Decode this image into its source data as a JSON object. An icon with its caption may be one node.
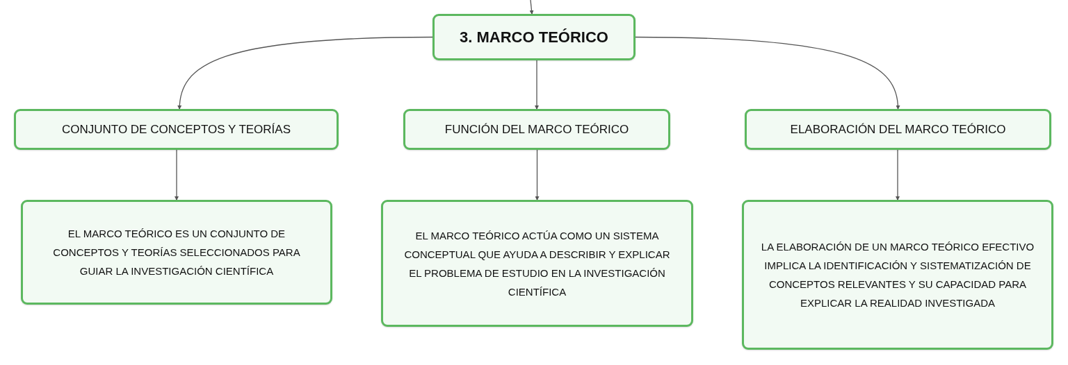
{
  "diagram": {
    "nodes": [
      {
        "text": [
          "3. MARCO TEÓRICO"
        ]
      },
      {
        "text": [
          "CONJUNTO DE CONCEPTOS Y TEORÍAS"
        ]
      },
      {
        "text": [
          "FUNCIÓN DEL MARCO TEÓRICO"
        ]
      },
      {
        "text": [
          "ELABORACIÓN DEL MARCO TEÓRICO"
        ]
      },
      {
        "text": [
          "EL MARCO TEÓRICO ES UN CONJUNTO DE CONCEPTOS Y TEORÍAS SELECCIONADOS PARA GUIAR LA INVESTIGACIÓN CIENTÍFICA"
        ]
      },
      {
        "text": [
          "EL MARCO TEÓRICO ACTÚA COMO UN SISTEMA CONCEPTUAL QUE AYUDA A DESCRIBIR Y EXPLICAR EL PROBLEMA DE ESTUDIO EN LA INVESTIGACIÓN CIENTÍFICA"
        ]
      },
      {
        "text": [
          "LA ELABORACIÓN DE UN MARCO TEÓRICO EFECTIVO IMPLICA LA IDENTIFICACIÓN Y SISTEMATIZACIÓN DE CONCEPTOS RELEVANTES Y SU CAPACIDAD PARA EXPLICAR LA REALIDAD INVESTIGADA"
        ]
      }
    ],
    "edges": [
      {
        "from": null,
        "to": 0,
        "arrow": "to"
      },
      {
        "from": 0,
        "to": 1,
        "arrow": "to"
      },
      {
        "from": 0,
        "to": 2,
        "arrow": "to"
      },
      {
        "from": 0,
        "to": 3,
        "arrow": "to"
      },
      {
        "from": 1,
        "to": 4,
        "arrow": "to"
      },
      {
        "from": 2,
        "to": 5,
        "arrow": "to"
      },
      {
        "from": 3,
        "to": 6,
        "arrow": "to"
      }
    ]
  }
}
